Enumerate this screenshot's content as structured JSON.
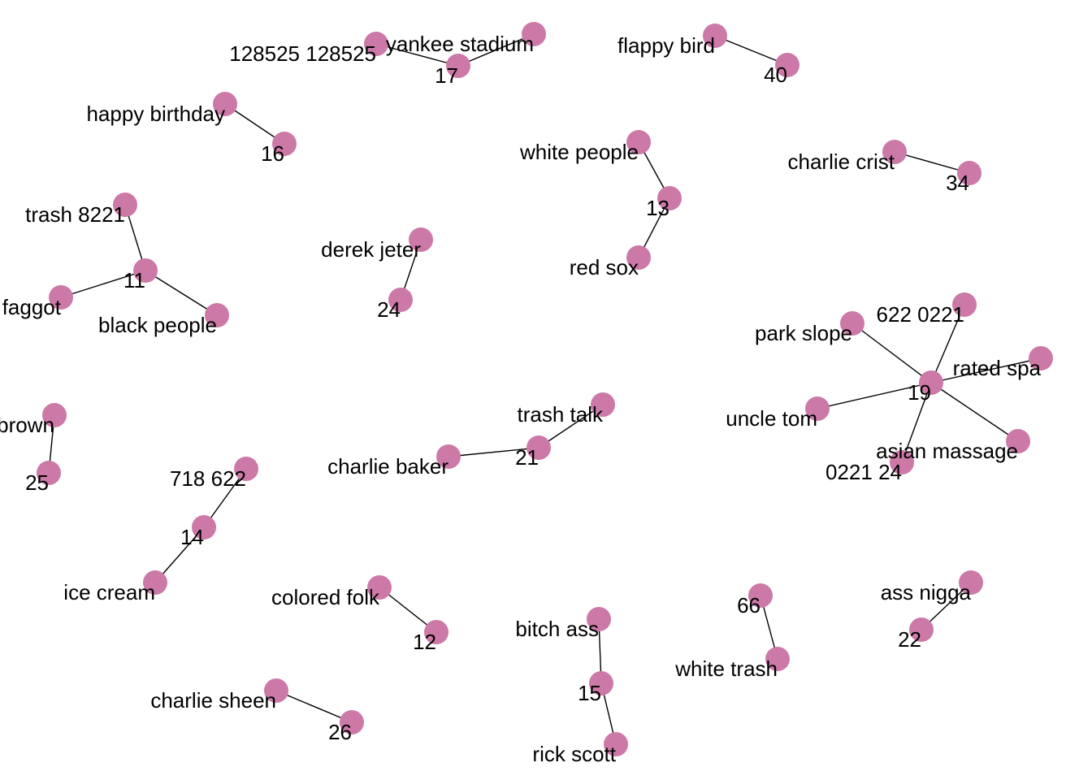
{
  "graph": {
    "node_color": "#cc79a7",
    "edge_color": "#000000",
    "label_color": "#000000",
    "nodes": [
      {
        "id": "n16",
        "label": "16"
      },
      {
        "id": "happy",
        "label": "happy birthday"
      },
      {
        "id": "n11",
        "label": "11"
      },
      {
        "id": "trash8221",
        "label": "trash 8221"
      },
      {
        "id": "faggot",
        "label": "faggot"
      },
      {
        "id": "blackpeople",
        "label": "black people"
      },
      {
        "id": "n25",
        "label": "25"
      },
      {
        "id": "brown",
        "label": "brown"
      },
      {
        "id": "n14",
        "label": "14"
      },
      {
        "id": "718",
        "label": "718 622"
      },
      {
        "id": "icecream",
        "label": "ice cream"
      },
      {
        "id": "n26",
        "label": "26"
      },
      {
        "id": "sheen",
        "label": "charlie sheen"
      },
      {
        "id": "n12",
        "label": "12"
      },
      {
        "id": "colored",
        "label": "colored folk"
      },
      {
        "id": "n24",
        "label": "24"
      },
      {
        "id": "jeter",
        "label": "derek jeter"
      },
      {
        "id": "n17",
        "label": "17"
      },
      {
        "id": "128525",
        "label": "128525 128525"
      },
      {
        "id": "yankee",
        "label": "yankee stadium"
      },
      {
        "id": "n21",
        "label": "21"
      },
      {
        "id": "baker",
        "label": "charlie baker"
      },
      {
        "id": "trashtalk",
        "label": "trash talk"
      },
      {
        "id": "n15",
        "label": "15"
      },
      {
        "id": "bitch",
        "label": "bitch ass"
      },
      {
        "id": "rick",
        "label": "rick scott"
      },
      {
        "id": "n13",
        "label": "13"
      },
      {
        "id": "whitepeople",
        "label": "white people"
      },
      {
        "id": "redsox",
        "label": "red sox"
      },
      {
        "id": "n40",
        "label": "40"
      },
      {
        "id": "flappy",
        "label": "flappy bird"
      },
      {
        "id": "n34",
        "label": "34"
      },
      {
        "id": "crist",
        "label": "charlie crist"
      },
      {
        "id": "n19",
        "label": "19"
      },
      {
        "id": "park",
        "label": "park slope"
      },
      {
        "id": "622",
        "label": "622 0221"
      },
      {
        "id": "rated",
        "label": "rated spa"
      },
      {
        "id": "uncle",
        "label": "uncle tom"
      },
      {
        "id": "asian",
        "label": "asian massage"
      },
      {
        "id": "0221",
        "label": "0221 24"
      },
      {
        "id": "n66",
        "label": "66"
      },
      {
        "id": "whitetrash",
        "label": "white trash"
      },
      {
        "id": "n22",
        "label": "22"
      },
      {
        "id": "assnigga",
        "label": "ass nigga"
      }
    ],
    "edges": [
      [
        "happy",
        "n16"
      ],
      [
        "trash8221",
        "n11"
      ],
      [
        "faggot",
        "n11"
      ],
      [
        "blackpeople",
        "n11"
      ],
      [
        "brown",
        "n25"
      ],
      [
        "718",
        "n14"
      ],
      [
        "icecream",
        "n14"
      ],
      [
        "sheen",
        "n26"
      ],
      [
        "colored",
        "n12"
      ],
      [
        "jeter",
        "n24"
      ],
      [
        "128525",
        "n17"
      ],
      [
        "yankee",
        "n17"
      ],
      [
        "baker",
        "n21"
      ],
      [
        "trashtalk",
        "n21"
      ],
      [
        "bitch",
        "n15"
      ],
      [
        "rick",
        "n15"
      ],
      [
        "whitepeople",
        "n13"
      ],
      [
        "redsox",
        "n13"
      ],
      [
        "flappy",
        "n40"
      ],
      [
        "crist",
        "n34"
      ],
      [
        "park",
        "n19"
      ],
      [
        "622",
        "n19"
      ],
      [
        "rated",
        "n19"
      ],
      [
        "uncle",
        "n19"
      ],
      [
        "asian",
        "n19"
      ],
      [
        "0221",
        "n19"
      ],
      [
        "n66",
        "whitetrash"
      ],
      [
        "assnigga",
        "n22"
      ]
    ]
  }
}
